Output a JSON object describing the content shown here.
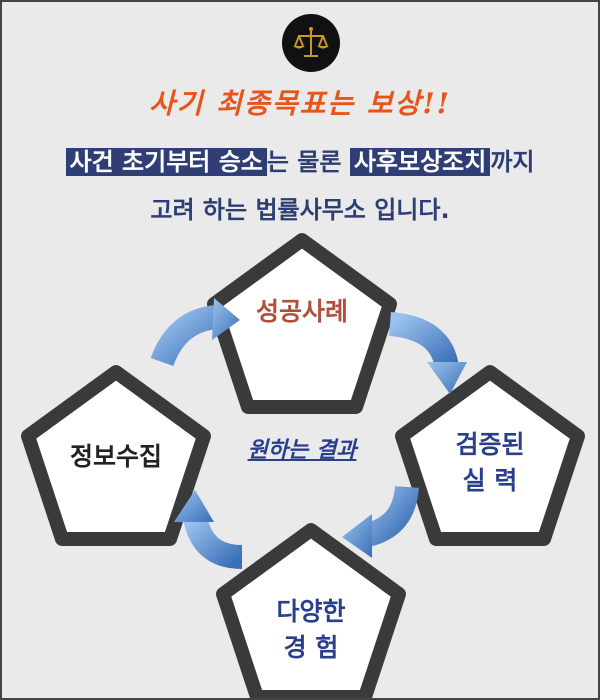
{
  "logo": {
    "icon": "scales-of-justice-icon",
    "color": "#c9962a"
  },
  "slogan": "사기 최종목표는 보상!!",
  "intro": {
    "highlight1": "사건 초기부터 승소",
    "text1": "는 물론 ",
    "highlight2": "사후보상조치",
    "text2": "까지",
    "line2": "고려 하는 법률사무소 입니다."
  },
  "cycle": {
    "center": "원하는 결과",
    "nodes": {
      "top": "성공사례",
      "right_line1": "검증된",
      "right_line2": "실 력",
      "bottom_line1": "다양한",
      "bottom_line2": "경 험",
      "left": "정보수집"
    }
  },
  "colors": {
    "accent_orange": "#e8541a",
    "navy": "#2f3f75",
    "arrow_blue": "#4a7fc4",
    "pentagon_border": "#3a3a3a"
  }
}
